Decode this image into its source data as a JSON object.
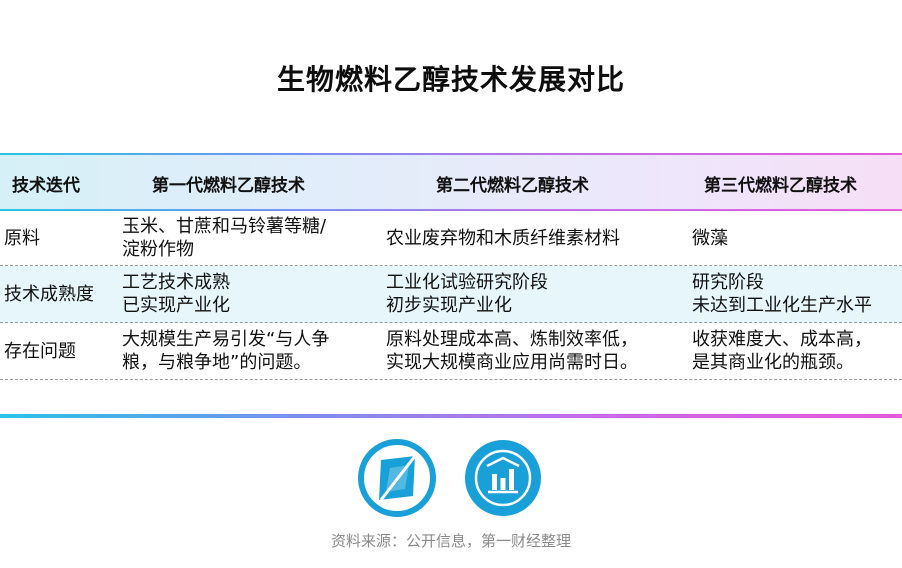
{
  "title": "生物燃料乙醇技术发展对比",
  "table": {
    "headers": [
      "技术迭代",
      "第一代燃料乙醇技术",
      "第二代燃料乙醇技术",
      "第三代燃料乙醇技术"
    ],
    "rows": [
      {
        "label": "原料",
        "cells": [
          [
            "玉米、甘蔗和马铃薯等糖/",
            "淀粉作物"
          ],
          [
            "农业废弃物和木质纤维素材料"
          ],
          [
            "微藻"
          ]
        ]
      },
      {
        "label": "技术成熟度",
        "cells": [
          [
            "工艺技术成熟",
            "已实现产业化"
          ],
          [
            "工业化试验研究阶段",
            "初步实现产业化"
          ],
          [
            "研究阶段",
            "未达到工业化生产水平"
          ]
        ]
      },
      {
        "label": "存在问题",
        "cells": [
          [
            "大规模生产易引发“与人争",
            "粮，与粮争地”的问题。"
          ],
          [
            "原料处理成本高、炼制效率低，",
            "实现大规模商业应用尚需时日。"
          ],
          [
            "收获难度大、成本高，",
            "是其商业化的瓶颈。"
          ]
        ]
      }
    ]
  },
  "source": "资料来源：公开信息，第一财经整理",
  "colors": {
    "gradient_start": "#29c3e6",
    "gradient_end": "#e45ad8",
    "row_highlight": "#e7f6fb",
    "logo_blue": "#1aa0d8"
  },
  "icons": [
    "parallelogram-logo-icon",
    "bar-chart-logo-icon"
  ]
}
